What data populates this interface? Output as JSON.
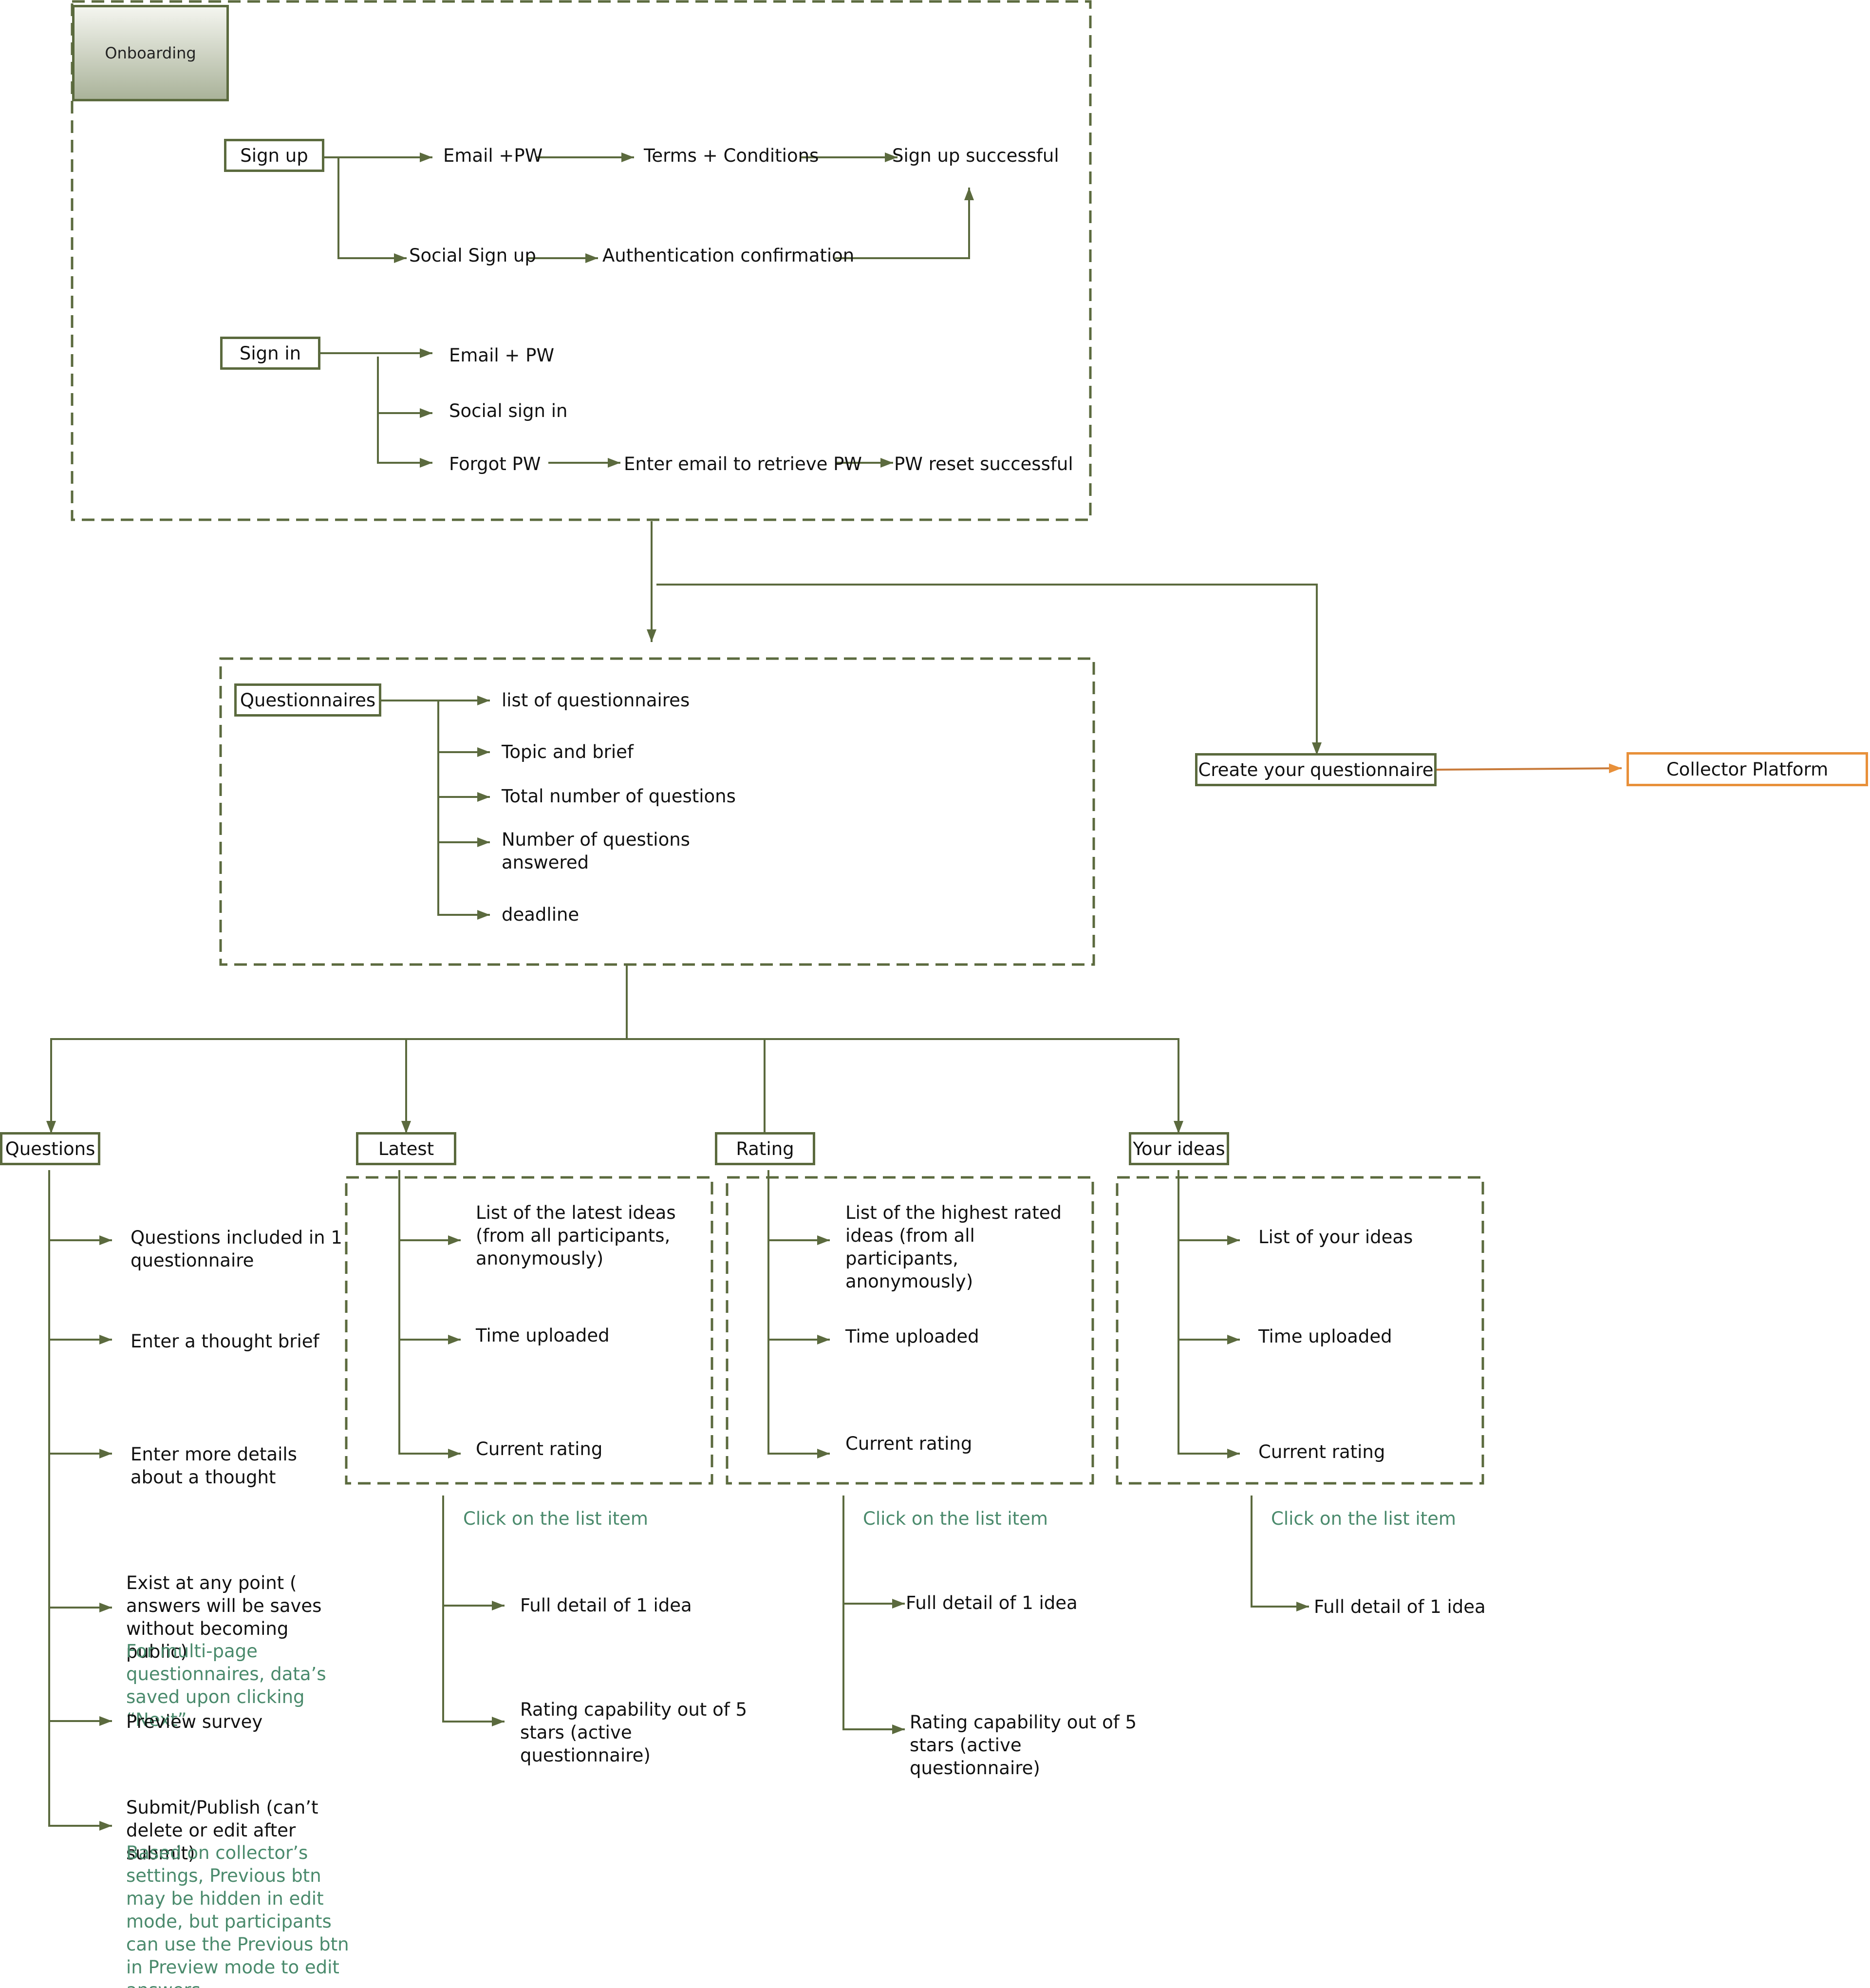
{
  "onboarding": {
    "title": "Onboarding",
    "sign_up": {
      "label": "Sign up",
      "email_pw": "Email +PW",
      "terms": "Terms + Conditions",
      "success": "Sign up successful",
      "social": "Social Sign up",
      "auth_confirm": "Authentication confirmation"
    },
    "sign_in": {
      "label": "Sign in",
      "email_pw": "Email + PW",
      "social": "Social sign in",
      "forgot": "Forgot PW",
      "enter_email": "Enter email to retrieve PW",
      "reset_success": "PW reset successful"
    }
  },
  "questionnaires": {
    "label": "Questionnaires",
    "items": [
      "list of questionnaires",
      "Topic and brief",
      "Total number of questions",
      "Number of questions answered",
      "deadline"
    ]
  },
  "create": {
    "label": "Create your questionnaire",
    "collector": "Collector Platform"
  },
  "questions": {
    "label": "Questions",
    "items": [
      "Questions included in 1 questionnaire",
      "Enter a thought brief",
      "Enter more details about a thought",
      "Exist at any point ( answers will be saves without becoming public)",
      "Preview survey",
      "Submit/Publish (can’t delete or edit after submit)"
    ],
    "note_multipage": "For multi-page questionnaires, data’s saved upon clicking  “Next”",
    "note_submit": "Based on collector’s settings, Previous btn may be hidden in edit mode, but participants can use the Previous btn in Preview mode to edit answers."
  },
  "latest": {
    "label": "Latest",
    "items": [
      "List of the latest ideas (from all participants, anonymously)",
      "Time uploaded",
      "Current rating"
    ],
    "click_note": "Click on the list item",
    "detail": "Full detail of 1 idea",
    "rating_cap": "Rating capability out of 5 stars (active questionnaire)"
  },
  "rating": {
    "label": "Rating",
    "items": [
      "List of the highest rated ideas (from all participants, anonymously)",
      "Time uploaded",
      "Current rating"
    ],
    "click_note": "Click on the list item",
    "detail": "Full detail of 1 idea",
    "rating_cap": "Rating capability out of 5 stars (active questionnaire)"
  },
  "your_ideas": {
    "label": "Your ideas",
    "items": [
      "List of your ideas",
      "Time uploaded",
      "Current rating"
    ],
    "click_note": "Click on the list item",
    "detail": "Full detail of 1 idea"
  },
  "colors": {
    "line": "#5b6a3e",
    "accent": "#e8903a",
    "note": "#4a8a6c"
  }
}
